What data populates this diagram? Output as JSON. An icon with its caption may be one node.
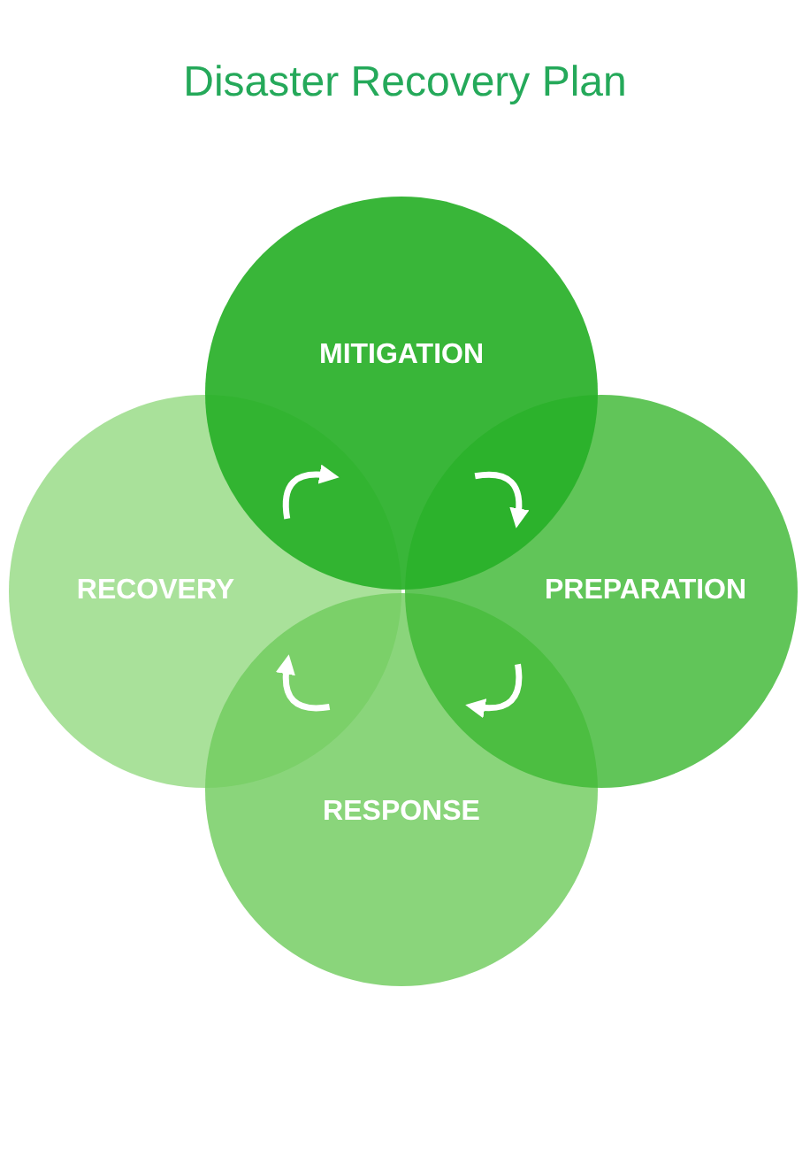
{
  "diagram": {
    "title": "Disaster Recovery Plan",
    "nodes": [
      {
        "text": [
          "MITIGATION"
        ]
      },
      {
        "text": [
          "RECOVERY"
        ]
      },
      {
        "text": [
          "PREPARATION"
        ]
      },
      {
        "text": [
          "RESPONSE"
        ]
      }
    ],
    "edges": [
      {
        "from": 1,
        "to": 0,
        "arrow": "to"
      },
      {
        "from": 0,
        "to": 2,
        "arrow": "to"
      },
      {
        "from": 2,
        "to": 3,
        "arrow": "to"
      },
      {
        "from": 3,
        "to": 1,
        "arrow": "to"
      }
    ]
  }
}
